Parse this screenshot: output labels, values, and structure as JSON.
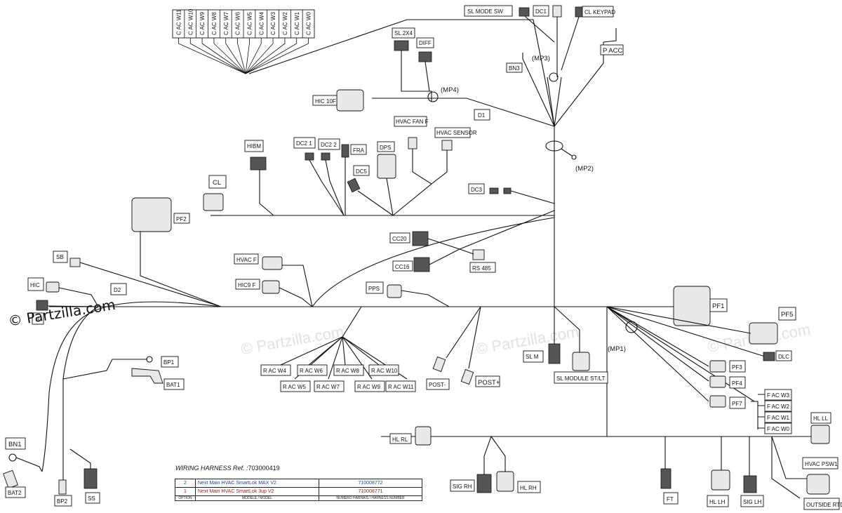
{
  "watermark": "© Partzilla.com",
  "faint_watermark": "© Partzilla.com",
  "reference": {
    "label": "WIRING HARNESS",
    "ref_prefix": "Ref. :",
    "ref_number": "703000419"
  },
  "legend": {
    "rows": [
      {
        "option": "2",
        "model": "Next Main HVAC SmartLok MAX V2",
        "number": "710008772"
      },
      {
        "option": "1",
        "model": "Next Main HVAC SmartLok 3up V2",
        "number": "710008771"
      }
    ],
    "header": {
      "option": "OPTION",
      "model": "MODELE / MODEL",
      "number": "NUMERO HARNAIS / HARNESS NUMBER"
    }
  },
  "cac_labels": [
    "C AC W11",
    "C AC W10",
    "C AC W9",
    "C AC W8",
    "C AC W7",
    "C AC W6",
    "C AC W5",
    "C AC W4",
    "C AC W3",
    "C AC W2",
    "C AC W1",
    "C AC W0"
  ],
  "rac_top": [
    "R AC W4",
    "R AC W6",
    "R AC W8",
    "R AC W10"
  ],
  "rac_bottom": [
    "R AC W5",
    "R AC W7",
    "R AC W9",
    "R AC W11"
  ],
  "fac_labels": [
    "F AC W3",
    "F AC W2",
    "F AC W1",
    "F AC W0"
  ],
  "labels": {
    "sl_mode_sw": "SL MODE SW",
    "dc1": "DC1",
    "cl_keypad": "CL KEYPAD",
    "p_acc": "P ACC",
    "bn3": "BN3",
    "mp3": "(MP3)",
    "sl_2x4": "SL 2X4",
    "diff": "DIFF",
    "mp4": "(MP4)",
    "hic_10f": "HIC 10F",
    "d1": "D1",
    "hvac_fan_f": "HVAC FAN F",
    "hvac_sensor": "HVAC SENSOR",
    "mp2": "(MP2)",
    "hibm": "HIBM",
    "dc2_1": "DC2 1",
    "dc2_2": "DC2 2",
    "fra": "FRA",
    "dps": "DPS",
    "dc5": "DC5",
    "dc3": "DC3",
    "cl": "CL",
    "pf2": "PF2",
    "cc20": "CC20",
    "cc16": "CC16",
    "rs485": "RS 485",
    "sb": "SB",
    "hvac_f": "HVAC F",
    "hic9_f": "HIC9 F",
    "hic": "HIC",
    "d2": "D2",
    "b": "B",
    "pps": "PPS",
    "pf1": "PF1",
    "pf5": "PF5",
    "mp1": "(MP1)",
    "dlc": "DLC",
    "sl_m": "SL M",
    "sl_module": "SL MODULE ST/LT",
    "pf3": "PF3",
    "pf4": "PF4",
    "pf7": "PF7",
    "post_neg": "POST-",
    "post_pos": "POST+",
    "bp1": "BP1",
    "bat1": "BAT1",
    "bn1": "BN1",
    "bat2": "BAT2",
    "bp2": "BP2",
    "ss": "SS",
    "hl_rl": "HL RL",
    "hl_ll": "HL LL",
    "sig_rh": "SIG RH",
    "hl_rh": "HL RH",
    "ft": "FT",
    "hl_lh": "HL LH",
    "sig_lh": "SIG LH",
    "hvac_psw1": "HVAC PSW1",
    "outside_rtd": "OUTSIDE RTD"
  }
}
